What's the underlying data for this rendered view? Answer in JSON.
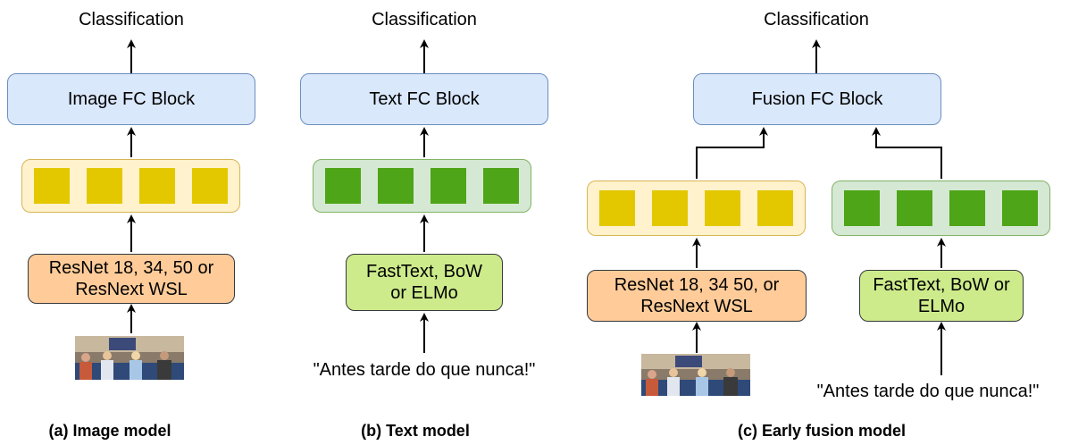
{
  "panel_a": {
    "output_label": "Classification",
    "fc_block": "Image FC Block",
    "encoder": [
      "ResNet 18, 34, 50 or",
      "ResNext WSL"
    ],
    "caption": "(a) Image model"
  },
  "panel_b": {
    "output_label": "Classification",
    "fc_block": "Text FC Block",
    "encoder": [
      "FastText, BoW",
      "or ELMo"
    ],
    "input_text": "\"Antes tarde do que nunca!\"",
    "caption": "(b) Text model"
  },
  "panel_c": {
    "output_label": "Classification",
    "fc_block": "Fusion FC Block",
    "image_encoder": [
      "ResNet 18, 34 50, or",
      "ResNext WSL"
    ],
    "text_encoder": [
      "FastText, BoW or",
      "ELMo"
    ],
    "input_text": "\"Antes tarde do que nunca!\"",
    "caption": "(c) Early fusion model"
  },
  "colors": {
    "fc_fill": "#dae8fc",
    "fc_stroke": "#6c8ebf",
    "image_vector_fill": "#fff2cc",
    "image_cell": "#e3c800",
    "text_vector_fill": "#d5e8d4",
    "text_cell": "#4ea517",
    "resnet_fill": "#ffcc99",
    "text_encoder_fill": "#cdeb8b"
  }
}
